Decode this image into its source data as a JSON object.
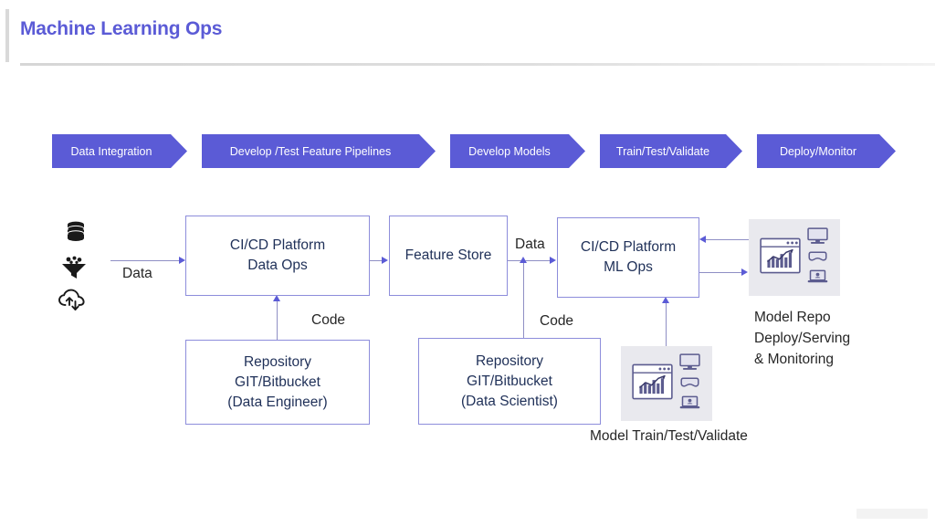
{
  "header": {
    "title": "Machine Learning Ops",
    "accent_color": "#5b5bd6"
  },
  "process_bar": {
    "fill_color": "#5b5bd6",
    "steps": [
      {
        "label": "Data Integration"
      },
      {
        "label": "Develop /Test  Feature Pipelines"
      },
      {
        "label": "Develop  Models"
      },
      {
        "label": "Train/Test/Validate"
      },
      {
        "label": "Deploy/Monitor"
      }
    ]
  },
  "sources": {
    "icons": [
      {
        "name": "database-icon"
      },
      {
        "name": "funnel-icon"
      },
      {
        "name": "cloud-sync-icon"
      }
    ]
  },
  "boxes": {
    "cicd_dataops": {
      "line1": "CI/CD Platform",
      "line2": "Data Ops"
    },
    "feature_store": {
      "line1": "Feature Store",
      "line2": ""
    },
    "cicd_mlops": {
      "line1": "CI/CD Platform",
      "line2": "ML Ops"
    },
    "repo_engineer": {
      "line1": "Repository",
      "line2": "GIT/Bitbucket",
      "line3": "(Data Engineer)"
    },
    "repo_scientist": {
      "line1": "Repository",
      "line2": "GIT/Bitbucket",
      "line3": "(Data Scientist)"
    }
  },
  "edge_labels": {
    "data_left": "Data",
    "data_mid": "Data",
    "code_left": "Code",
    "code_right": "Code"
  },
  "captions": {
    "model_repo": {
      "line1": "Model Repo",
      "line2": "Deploy/Serving",
      "line3": "& Monitoring"
    },
    "model_train": "Model Train/Test/Validate"
  },
  "panels": {
    "panel_bg": "#e9e9ee",
    "icons": [
      "analytics-window-icon",
      "monitor-icon",
      "vr-goggles-icon",
      "laptop-icon"
    ]
  },
  "colors": {
    "box_border": "#8d8ddb",
    "box_text": "#1f3058",
    "connector": "#8f8fc4",
    "arrowhead": "#5b5bd6"
  }
}
